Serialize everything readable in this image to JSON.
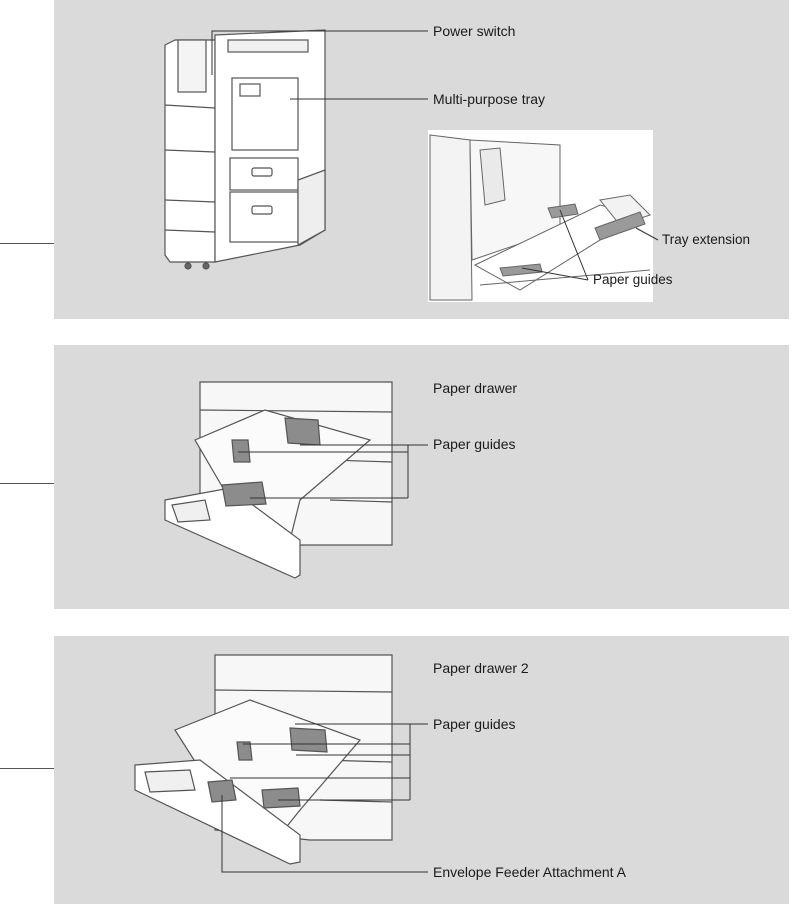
{
  "sections": [
    {
      "illustration": "printer-main-unit",
      "labels": {
        "power_switch": "Power switch",
        "multi_purpose_tray": "Multi-purpose tray",
        "tray_extension": "Tray extension",
        "paper_guides": "Paper guides"
      }
    },
    {
      "illustration": "paper-drawer",
      "labels": {
        "title": "Paper drawer",
        "paper_guides": "Paper guides"
      }
    },
    {
      "illustration": "paper-drawer-2",
      "labels": {
        "title": "Paper drawer 2",
        "paper_guides": "Paper guides",
        "envelope_feeder": "Envelope Feeder Attachment A"
      }
    }
  ],
  "colors": {
    "panel_bg": "#dadada",
    "line": "#333333",
    "device_fill": "#ffffff",
    "guide_fill": "#8c8c8c"
  }
}
